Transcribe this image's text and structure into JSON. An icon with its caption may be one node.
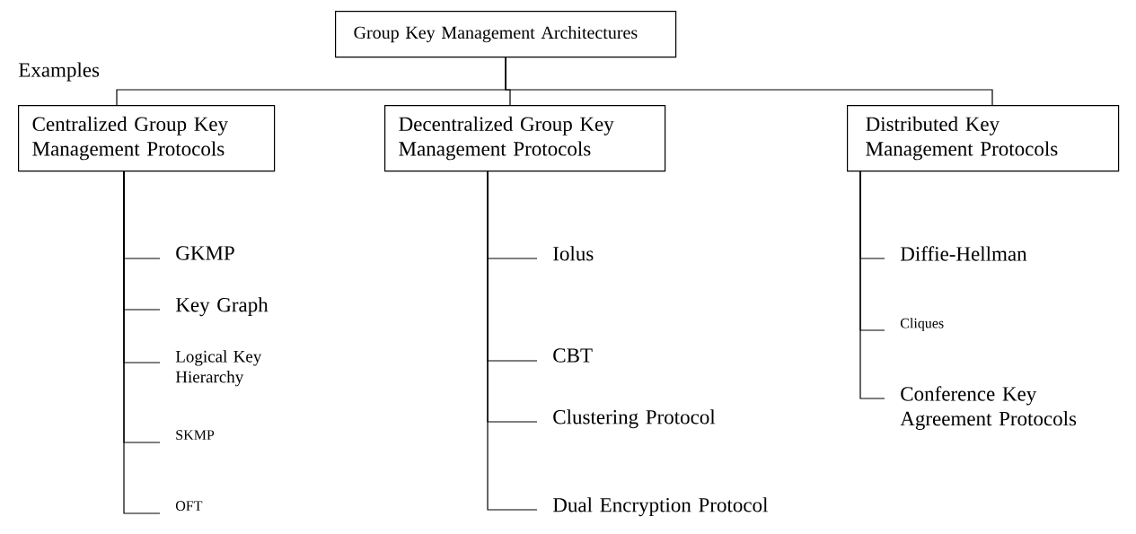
{
  "diagram": {
    "nodes": [
      {
        "text": [
          "Group Key Management Architectures"
        ]
      },
      {
        "text": [
          "Centralized Group Key Management Protocols"
        ]
      },
      {
        "text": [
          "Decentralized Group Key Management Protocols"
        ]
      },
      {
        "text": [
          "Distributed Key Management Protocols"
        ]
      },
      {
        "text": [
          "GKMP"
        ]
      },
      {
        "text": [
          "Key Graph"
        ]
      },
      {
        "text": [
          "Logical Key Hierarchy"
        ]
      },
      {
        "text": [
          "SKMP"
        ]
      },
      {
        "text": [
          "OFT"
        ]
      },
      {
        "text": [
          "Iolus"
        ]
      },
      {
        "text": [
          "CBT"
        ]
      },
      {
        "text": [
          "Clustering Protocol"
        ]
      },
      {
        "text": [
          "Dual Encryption Protocol"
        ]
      },
      {
        "text": [
          "Diffie-Hellman"
        ]
      },
      {
        "text": [
          "Cliques"
        ]
      },
      {
        "text": [
          "Conference Key Agreement Protocols"
        ]
      }
    ],
    "edges": [
      {
        "from": 0,
        "to": 1,
        "arrow": "none"
      },
      {
        "from": 0,
        "to": 2,
        "arrow": "none"
      },
      {
        "from": 0,
        "to": 3,
        "arrow": "none"
      },
      {
        "from": 1,
        "to": 4,
        "arrow": "none"
      },
      {
        "from": 1,
        "to": 5,
        "arrow": "none"
      },
      {
        "from": 1,
        "to": 6,
        "arrow": "none"
      },
      {
        "from": 1,
        "to": 7,
        "arrow": "none"
      },
      {
        "from": 1,
        "to": 8,
        "arrow": "none"
      },
      {
        "from": 2,
        "to": 9,
        "arrow": "none"
      },
      {
        "from": 2,
        "to": 10,
        "arrow": "none"
      },
      {
        "from": 2,
        "to": 11,
        "arrow": "none"
      },
      {
        "from": 2,
        "to": 12,
        "arrow": "none"
      },
      {
        "from": 3,
        "to": 13,
        "arrow": "none"
      },
      {
        "from": 3,
        "to": 14,
        "arrow": "none"
      },
      {
        "from": 3,
        "to": 15,
        "arrow": "none"
      }
    ],
    "labels": [
      "Examples"
    ]
  }
}
